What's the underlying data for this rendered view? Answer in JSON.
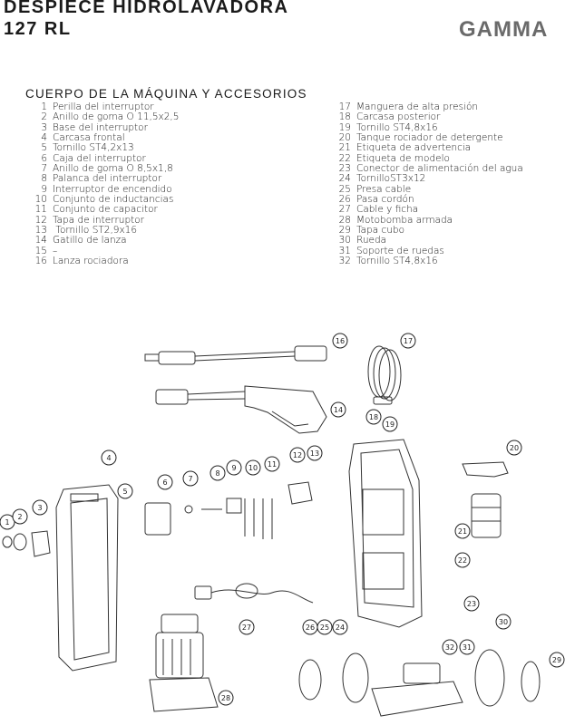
{
  "header": {
    "title_line1": "DESPIECE HIDROLAVADORA",
    "title_line2": "127 RL",
    "brand": "GAMMA"
  },
  "section_title": "CUERPO DE LA MÁQUINA Y ACCESORIOS",
  "parts_col1": [
    {
      "n": "1",
      "name": "Perilla del interruptor"
    },
    {
      "n": "2",
      "name": "Anillo de goma O 11,5x2,5"
    },
    {
      "n": "3",
      "name": "Base del interruptor"
    },
    {
      "n": "4",
      "name": "Carcasa frontal"
    },
    {
      "n": "5",
      "name": "Tornillo ST4,2x13"
    },
    {
      "n": "6",
      "name": "Caja del interruptor"
    },
    {
      "n": "7",
      "name": "Anillo de goma O 8,5x1,8"
    },
    {
      "n": "8",
      "name": "Palanca del interruptor"
    },
    {
      "n": "9",
      "name": "Interruptor de encendido"
    },
    {
      "n": "10",
      "name": "Conjunto de inductancias"
    },
    {
      "n": "11",
      "name": "Conjunto de capacitor"
    },
    {
      "n": "12",
      "name": "Tapa de interruptor"
    },
    {
      "n": "13",
      "name": " Tornillo ST2,9x16"
    },
    {
      "n": "14",
      "name": "Gatillo de lanza"
    },
    {
      "n": "15",
      "name": "–"
    },
    {
      "n": "16",
      "name": "Lanza rociadora"
    }
  ],
  "parts_col2": [
    {
      "n": "17",
      "name": "Manguera de alta presión"
    },
    {
      "n": "18",
      "name": "Carcasa posterior"
    },
    {
      "n": "19",
      "name": "Tornillo ST4,8x16"
    },
    {
      "n": "20",
      "name": "Tanque rociador de detergente"
    },
    {
      "n": "21",
      "name": "Etiqueta de advertencia"
    },
    {
      "n": "22",
      "name": "Etiqueta de modelo"
    },
    {
      "n": "23",
      "name": "Conector de alimentación del agua"
    },
    {
      "n": "24",
      "name": "TornilloST3x12"
    },
    {
      "n": "25",
      "name": "Presa cable"
    },
    {
      "n": "26",
      "name": "Pasa cordón"
    },
    {
      "n": "27",
      "name": "Cable y ficha"
    },
    {
      "n": "28",
      "name": "Motobomba armada"
    },
    {
      "n": "29",
      "name": "Tapa cubo"
    },
    {
      "n": "30",
      "name": "Rueda"
    },
    {
      "n": "31",
      "name": "Soporte de ruedas"
    },
    {
      "n": "32",
      "name": "Tornillo ST4,8x16"
    }
  ],
  "callouts": [
    "1",
    "2",
    "3",
    "4",
    "5",
    "6",
    "7",
    "8",
    "9",
    "10",
    "11",
    "12",
    "13",
    "14",
    "16",
    "17",
    "18",
    "19",
    "20",
    "21",
    "22",
    "23",
    "24",
    "25",
    "26",
    "27",
    "28",
    "29",
    "30",
    "31",
    "32"
  ]
}
